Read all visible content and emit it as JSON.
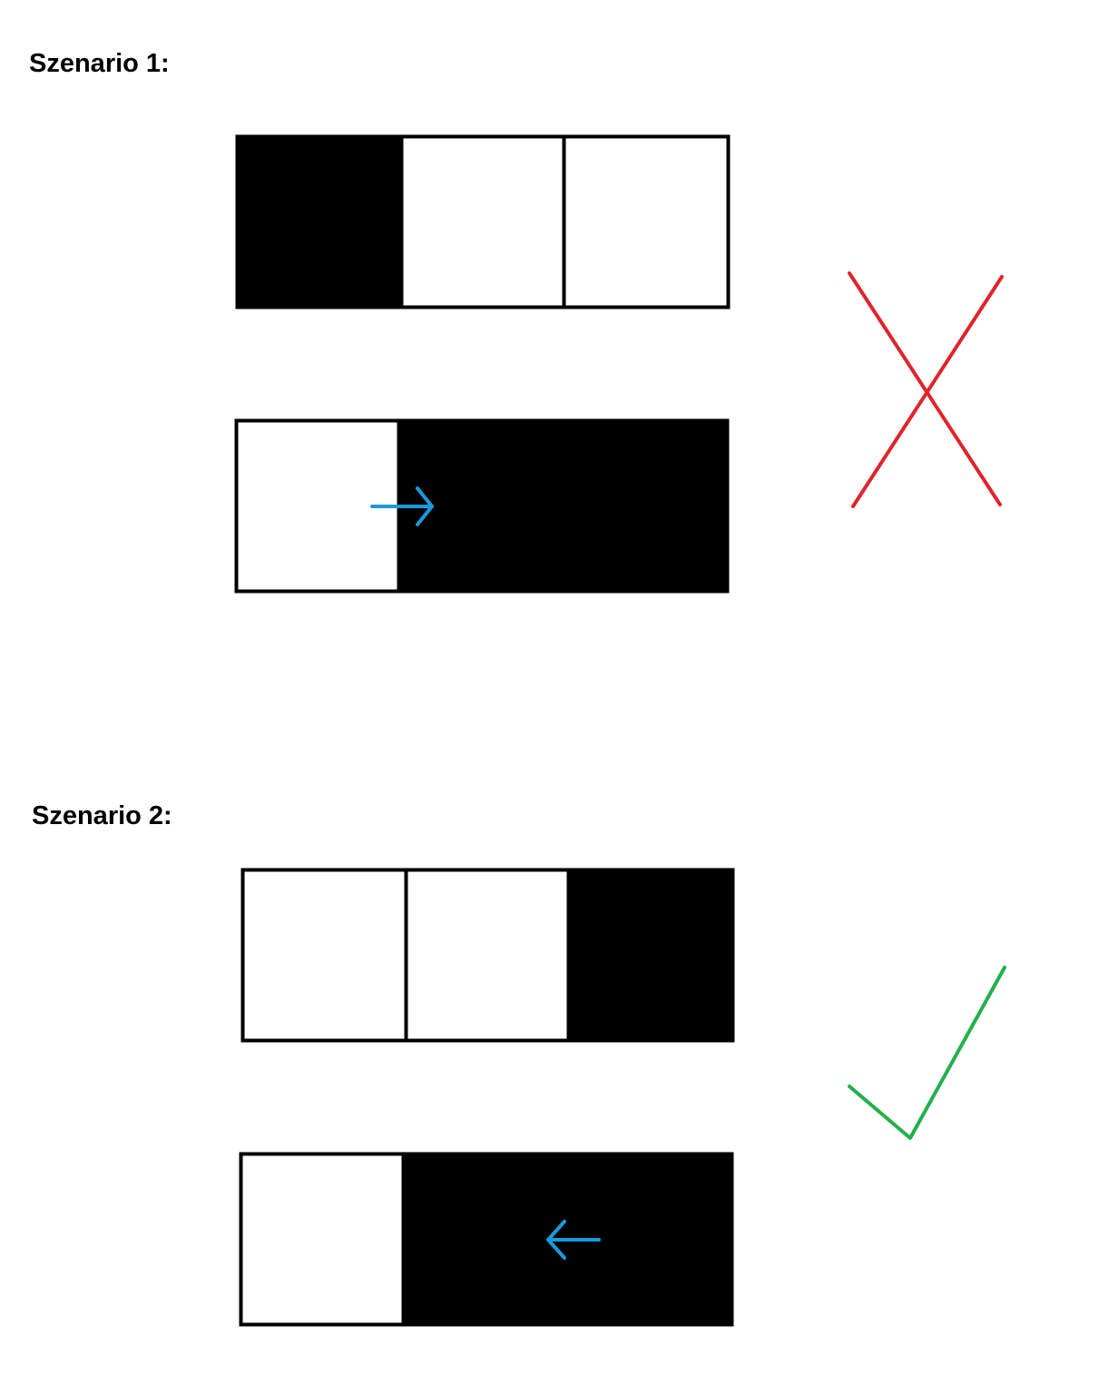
{
  "scenarios": [
    {
      "title": "Szenario 1:",
      "before": [
        "black",
        "white",
        "white"
      ],
      "after": [
        "white",
        "black",
        "black"
      ],
      "arrow": "right",
      "verdict": "cross"
    },
    {
      "title": "Szenario 2:",
      "before": [
        "white",
        "white",
        "black"
      ],
      "after": [
        "white",
        "black",
        "black"
      ],
      "arrow": "left",
      "verdict": "check"
    }
  ],
  "colors": {
    "cell_filled": "#000000",
    "cell_empty": "#ffffff",
    "outline": "#000000",
    "arrow": "#1a9ad9",
    "cross": "#e0242b",
    "check": "#22b04b"
  },
  "icons": {
    "arrow_right": "arrow-right-icon",
    "arrow_left": "arrow-left-icon",
    "cross": "cross-mark-icon",
    "check": "check-mark-icon"
  }
}
